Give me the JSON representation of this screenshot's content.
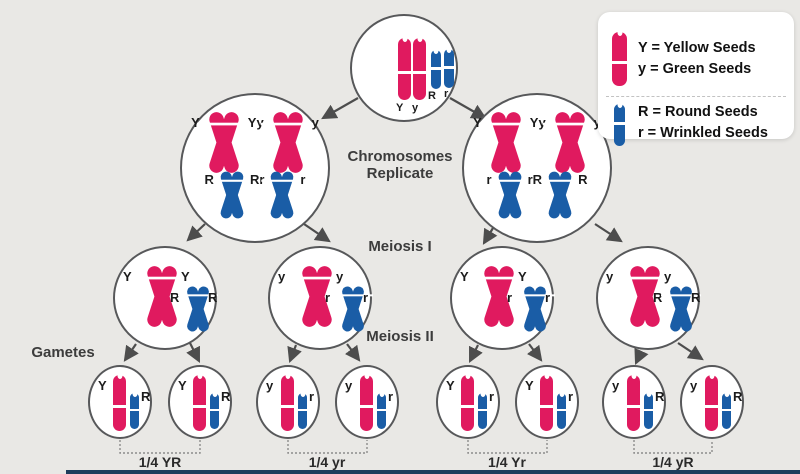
{
  "stage_labels": {
    "replicate_line1": "Chromosomes",
    "replicate_line2": "Replicate",
    "meiosis1": "Meiosis I",
    "meiosis2": "Meiosis II",
    "gametes": "Gametes"
  },
  "legend": {
    "yellow": "Y = Yellow Seeds",
    "green": "y = Green Seeds",
    "round": "R = Round Seeds",
    "wrinkled": "r = Wrinkled Seeds"
  },
  "parent_cell": {
    "alleles": [
      "Y",
      "y",
      "R",
      "r"
    ]
  },
  "replicate_cells": [
    {
      "pink_pairs": [
        [
          "Y",
          "Y"
        ],
        [
          "y",
          "y"
        ]
      ],
      "blue_pairs": [
        [
          "R",
          "R"
        ],
        [
          "r",
          "r"
        ]
      ]
    },
    {
      "pink_pairs": [
        [
          "Y",
          "Y"
        ],
        [
          "y",
          "y"
        ]
      ],
      "blue_pairs": [
        [
          "r",
          "r"
        ],
        [
          "R",
          "R"
        ]
      ]
    }
  ],
  "meiosis1_cells": [
    {
      "pink": [
        "Y",
        "Y"
      ],
      "blue": [
        "R",
        "R"
      ]
    },
    {
      "pink": [
        "y",
        "y"
      ],
      "blue": [
        "r",
        "r"
      ]
    },
    {
      "pink": [
        "Y",
        "Y"
      ],
      "blue": [
        "r",
        "r"
      ]
    },
    {
      "pink": [
        "y",
        "y"
      ],
      "blue": [
        "R",
        "R"
      ]
    }
  ],
  "gamete_cells": [
    {
      "pink": "Y",
      "blue": "R"
    },
    {
      "pink": "Y",
      "blue": "R"
    },
    {
      "pink": "y",
      "blue": "r"
    },
    {
      "pink": "y",
      "blue": "r"
    },
    {
      "pink": "Y",
      "blue": "r"
    },
    {
      "pink": "Y",
      "blue": "r"
    },
    {
      "pink": "y",
      "blue": "R"
    },
    {
      "pink": "y",
      "blue": "R"
    }
  ],
  "fractions": [
    "1/4 YR",
    "1/4 yr",
    "1/4 Yr",
    "1/4 yR"
  ],
  "colors": {
    "pink": "#E01A5F",
    "blue": "#1A5DA6",
    "circle_outline": "#57585A",
    "background": "#E9E8E5",
    "arrow": "#4D4D4D",
    "bottom_bar": "#1E3D5C"
  }
}
